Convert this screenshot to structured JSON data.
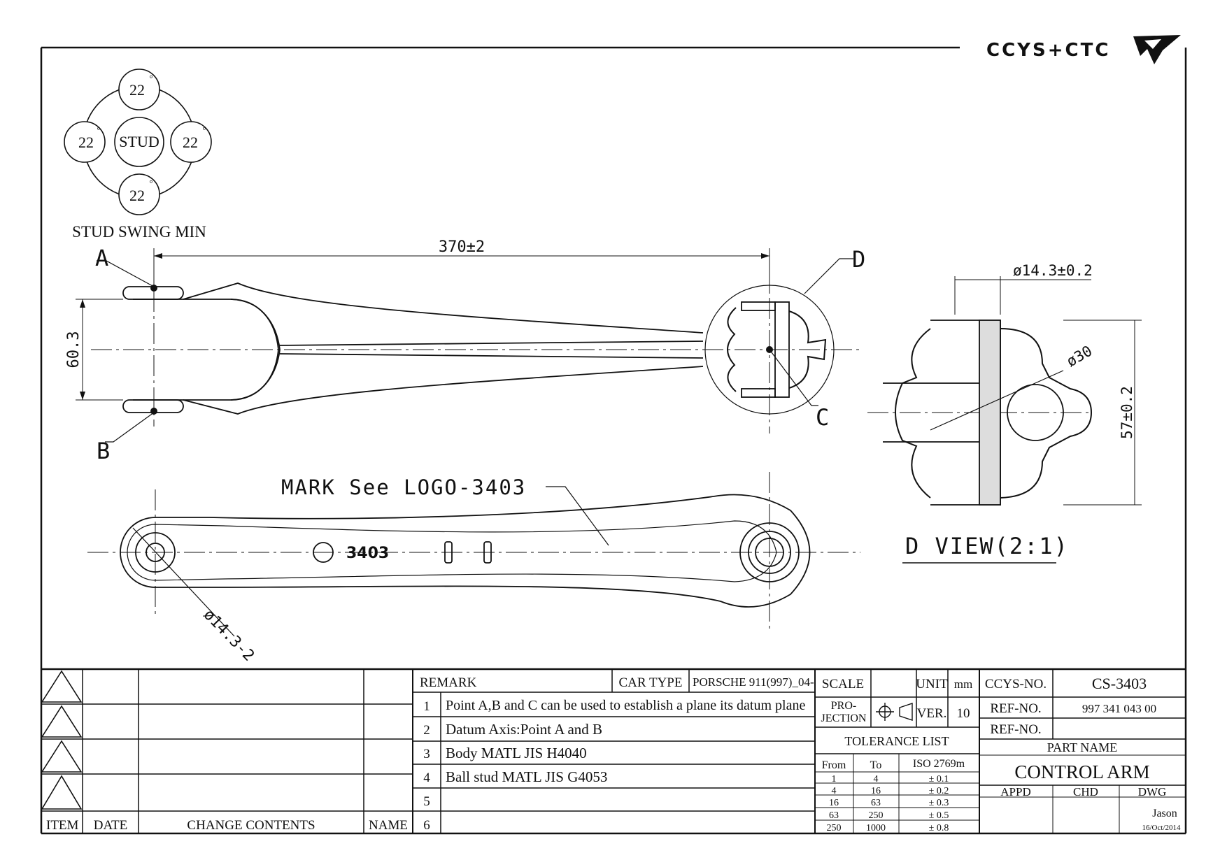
{
  "logo": {
    "text": "CCYS+CTC"
  },
  "stud_swing": {
    "center_label": "STUD",
    "angles": [
      "22",
      "22",
      "22",
      "22"
    ],
    "degree": "°",
    "caption": "STUD SWING MIN"
  },
  "top_view": {
    "dim_length": "370±2",
    "dim_width": "60.3",
    "point_a": "A",
    "point_b": "B",
    "point_c": "C",
    "detail_d": "D"
  },
  "bottom_view": {
    "mark_note": "MARK See LOGO-3403",
    "part_mark": "3403",
    "dim_bore": "ø14.3-2"
  },
  "d_view": {
    "dim_bore": "ø14.3±0.2",
    "dim_ball": "ø30",
    "dim_height": "57±0.2",
    "title": "D VIEW(2:1)"
  },
  "revision_table": {
    "headers": {
      "item": "ITEM",
      "date": "DATE",
      "change": "CHANGE CONTENTS",
      "name": "NAME"
    }
  },
  "remark_table": {
    "remark_label": "REMARK",
    "car_type_label": "CAR TYPE",
    "car_type_value": "PORSCHE 911(997)_04-",
    "rows": [
      {
        "num": "1",
        "text": "Point A,B and C can be used to establish a plane its datum plane"
      },
      {
        "num": "2",
        "text": "Datum Axis:Point A and B"
      },
      {
        "num": "3",
        "text": "Body MATL JIS H4040"
      },
      {
        "num": "4",
        "text": "Ball stud MATL JIS G4053"
      },
      {
        "num": "5",
        "text": ""
      },
      {
        "num": "6",
        "text": ""
      }
    ]
  },
  "scale_block": {
    "scale_label": "SCALE",
    "scale_value": "",
    "unit_label": "UNIT",
    "unit_value": "mm",
    "projection_label_1": "PRO-",
    "projection_label_2": "JECTION",
    "ver_label": "VER.",
    "ver_value": "10",
    "tolerance_title": "TOLERANCE LIST",
    "tolerance_headers": {
      "from": "From",
      "to": "To",
      "iso": "ISO 2769m"
    },
    "tolerance_rows": [
      {
        "from": "1",
        "to": "4",
        "tol": "± 0.1"
      },
      {
        "from": "4",
        "to": "16",
        "tol": "± 0.2"
      },
      {
        "from": "16",
        "to": "63",
        "tol": "± 0.3"
      },
      {
        "from": "63",
        "to": "250",
        "tol": "± 0.5"
      },
      {
        "from": "250",
        "to": "1000",
        "tol": "± 0.8"
      }
    ]
  },
  "title_block": {
    "ccys_no_label": "CCYS-NO.",
    "ccys_no_value": "CS-3403",
    "ref_no_label": "REF-NO.",
    "ref_no_value": "997 341 043 00",
    "ref_no_label_2": "REF-NO.",
    "ref_no_value_2": "",
    "part_name_label": "PART NAME",
    "part_name_value": "CONTROL ARM",
    "appd_label": "APPD",
    "chd_label": "CHD",
    "dwg_label": "DWG",
    "dwg_name": "Jason",
    "dwg_date": "16/Oct/2014"
  }
}
